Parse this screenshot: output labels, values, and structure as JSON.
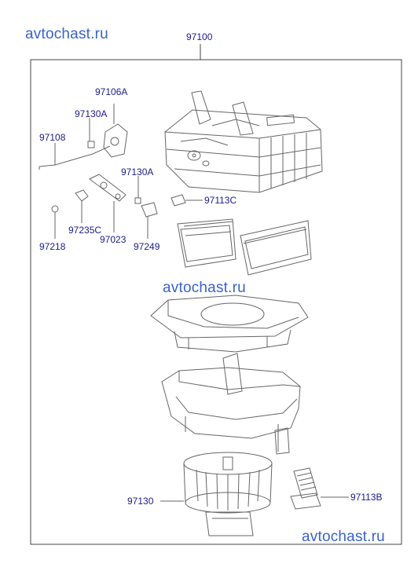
{
  "watermarks": [
    "avtochast.ru",
    "avtochast.ru",
    "avtochast.ru"
  ],
  "assembly_label": "97100",
  "part_labels": {
    "p97106A": "97106A",
    "p97130A_top": "97130A",
    "p97108": "97108",
    "p97130A_mid": "97130A",
    "p97113C": "97113C",
    "p97218": "97218",
    "p97235C": "97235C",
    "p97023": "97023",
    "p97249": "97249",
    "p97130": "97130",
    "p97113B": "97113B"
  },
  "colors": {
    "label": "#1a1a8c",
    "watermark": "#3a62c9",
    "line": "#555555"
  }
}
